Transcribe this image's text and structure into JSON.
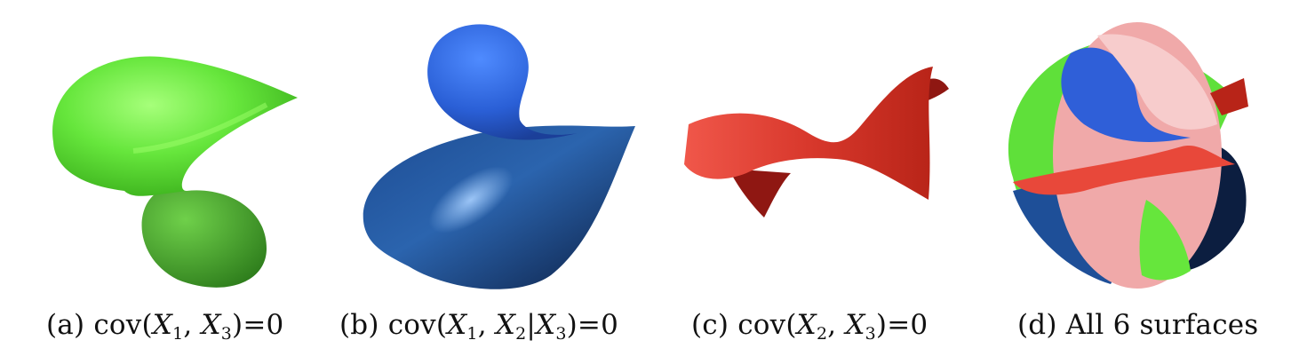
{
  "figure": {
    "panels": [
      {
        "id": "a",
        "label": "(a)",
        "caption_prefix": "cov(",
        "caption_vars": [
          "X",
          "1",
          ", ",
          "X",
          "3"
        ],
        "caption_suffix": ")=0",
        "surface_color": "#5fe03a"
      },
      {
        "id": "b",
        "label": "(b)",
        "caption_prefix": "cov(",
        "caption_vars": [
          "X",
          "1",
          ", ",
          "X",
          "2",
          "|",
          "X",
          "3"
        ],
        "caption_suffix": ")=0",
        "surface_color": "#2f6de0"
      },
      {
        "id": "c",
        "label": "(c)",
        "caption_prefix": "cov(",
        "caption_vars": [
          "X",
          "2",
          ", ",
          "X",
          "3"
        ],
        "caption_suffix": ")=0",
        "surface_color": "#e8483a"
      },
      {
        "id": "d",
        "label": "(d)",
        "caption_text": "All 6 surfaces",
        "surface_color": "#f0b8b8"
      }
    ]
  }
}
